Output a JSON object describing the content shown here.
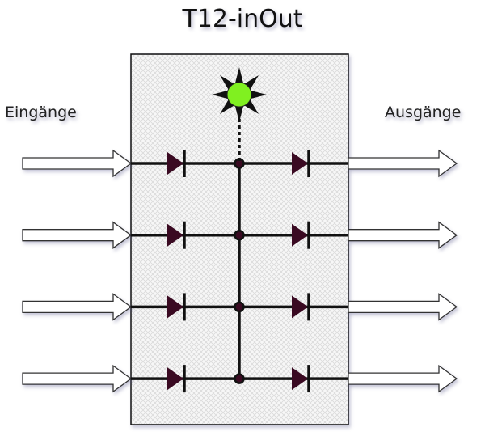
{
  "diagram": {
    "title": "T12-inOut",
    "inputs_label": "Eingänge",
    "outputs_label": "Ausgänge",
    "channels": 4,
    "led": {
      "state": "on",
      "color": "#80f020"
    },
    "diode_color": "#3a0a22",
    "wire_color": "#111111"
  }
}
